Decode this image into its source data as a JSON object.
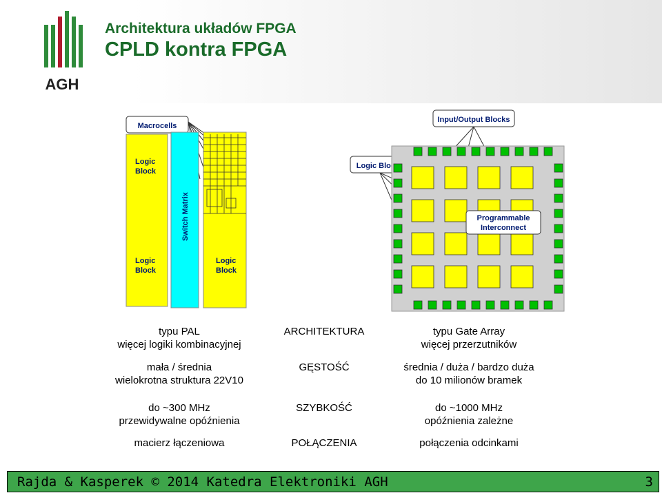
{
  "header": {
    "title": "Architektura układów FPGA",
    "subtitle": "CPLD kontra FPGA",
    "logo_text": "AGH"
  },
  "diagram_labels": {
    "macrocells": "Macrocells",
    "logic_block": "Logic Block",
    "switch_matrix": "Switch Matrix",
    "io_blocks": "Input/Output Blocks",
    "logic_blocks": "Logic Blocks",
    "prog_interconnect_1": "Programmable",
    "prog_interconnect_2": "Interconnect"
  },
  "comparison": {
    "header_left_1": "typu PAL",
    "header_left_2": "więcej logiki kombinacyjnej",
    "header_mid": "ARCHITEKTURA",
    "header_right_1": "typu Gate Array",
    "header_right_2": "więcej przerzutników",
    "density_left_1": "mała / średnia",
    "density_left_2": "wielokrotna struktura 22V10",
    "density_mid": "GĘSTOŚĆ",
    "density_right_1": "średnia / duża / bardzo duża",
    "density_right_2": "do 10 milionów bramek",
    "speed_left_1": "do ~300 MHz",
    "speed_left_2": "przewidywalne opóźnienia",
    "speed_mid": "SZYBKOŚĆ",
    "speed_right_1": "do ~1000 MHz",
    "speed_right_2": "opóźnienia zależne",
    "conn_left": "macierz łączeniowa",
    "conn_mid": "POŁĄCZENIA",
    "conn_right": "połączenia odcinkami"
  },
  "footer": {
    "text": "Rajda & Kasperek © 2014 Katedra Elektroniki AGH",
    "page": "3"
  },
  "colors": {
    "title_green": "#1a6b2a",
    "footer_green": "#3ea54a",
    "logo_red": "#b01c2e",
    "logo_green": "#2e8b3a",
    "logic_yellow": "#ffff00",
    "switch_cyan": "#00ffff",
    "fpga_block_green": "#00c000"
  }
}
